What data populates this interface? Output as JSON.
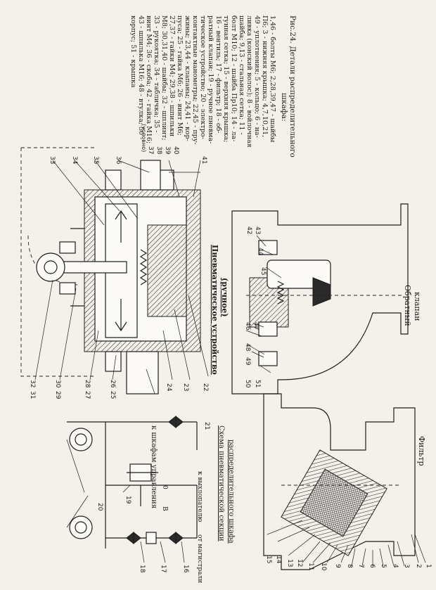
{
  "caption": {
    "lines": [
      "Рис.24. Детали распределительного",
      "шкафа:",
      "1,46 - болты М6; 2,28,39,47 - шайбы",
      "П6; 3 - нижняя крышка; 4,7,10,21,",
      "49 - уплотнения; 5 - кольцо; 6 - на-",
      "ливка (конский волос); 8 - войлочная",
      "шайба; 9,13 - стальная сетка; 11 -",
      "болт М10; 12 - шайба Пр10; 14 - ла-",
      "тунная сетка; 15 - верхняя крышка;",
      "16 - вентиль; 17 - фильтр; 18 - об-",
      "ратный клапан; 19 - ручное пневма-",
      "тическое устройство; 20 - электро-",
      "контактные манометры; 22,45 - пру-",
      "жины; 23,44 - клапаны; 24,41 - кор-",
      "пуса; 25 - гайка М6; 26 - винт М6;",
      "27,37 - гайки М4; 29,38 - шпильки",
      "М8; 30,31,40 - шайбы; 32 - шплинт;",
      "33 - рукоятка; 34 - табличка; 35 -",
      "винт М4; 36 - скоба; 42 - гайка М16;",
      "43 - шпилька М16; 48 - втулка; 50 -",
      "корпус; 51 - крышка"
    ]
  },
  "views": {
    "pneumatic_title": "Пневматическое устройство",
    "pneumatic_subtitle": "(ручное)",
    "scheme_title_1": "Схема пневматической секции",
    "scheme_title_2": "распределительного шкафа",
    "check_valve_title_1": "Обратный",
    "check_valve_title_2": "клапан",
    "filter_title": "Фильтр"
  },
  "scheme_labels": {
    "to_cabinets": "к шкафам управления",
    "from_main": "от магистрали",
    "to_exhaust": "к выхлопателю",
    "pos_zero": "0",
    "pos_b": "В",
    "markers": [
      "20",
      "19",
      "18",
      "17",
      "16"
    ]
  },
  "pneumatic_labels": {
    "top": [
      "33",
      "34",
      "35",
      "36"
    ],
    "top_right_stack": [
      "37",
      "38",
      "39",
      "40"
    ],
    "top_right_note": "(условно)",
    "right": "41",
    "left_stack": [
      "32",
      "31",
      "30",
      "29",
      "28",
      "27",
      "26",
      "25"
    ],
    "bottom": [
      "24",
      "23",
      "22",
      "21"
    ]
  },
  "check_labels": {
    "top": [
      "42",
      "43"
    ],
    "items": [
      "44",
      "45",
      "46",
      "47",
      "48",
      "49",
      "50",
      "51"
    ]
  },
  "filter_labels": [
    "15",
    "14",
    "13",
    "12",
    "11",
    "10",
    "9",
    "8",
    "7",
    "6",
    "5",
    "4",
    "3",
    "2",
    "1"
  ]
}
